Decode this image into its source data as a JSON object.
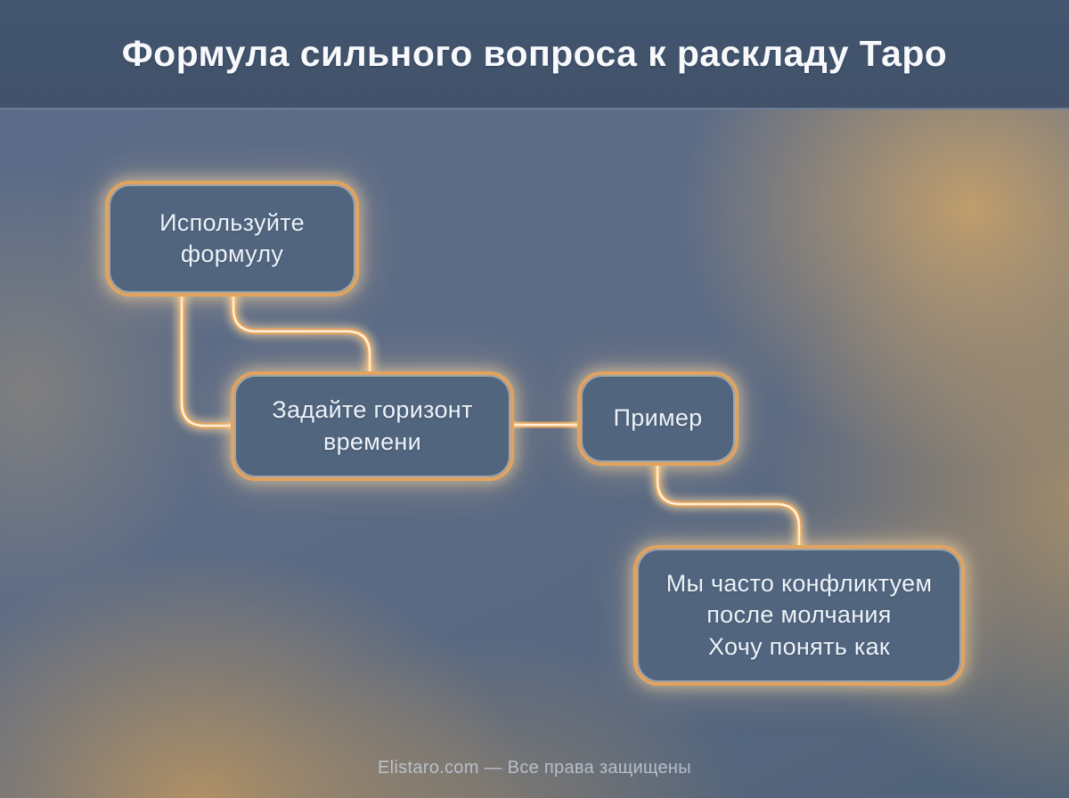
{
  "header": {
    "title": "Формула сильного вопроса к раскладу Таро"
  },
  "diagram": {
    "nodes": [
      {
        "id": "use-formula",
        "label": "Используйте\nформулу"
      },
      {
        "id": "time-horizon",
        "label": "Задайте горизонт\nвремени"
      },
      {
        "id": "example",
        "label": "Пример"
      },
      {
        "id": "example-text",
        "label": "Мы часто конфликтуем\nпосле молчания\nХочу понять как"
      }
    ],
    "connections": [
      {
        "from": "use-formula",
        "to": "time-horizon"
      },
      {
        "from": "use-formula",
        "to": "time-horizon"
      },
      {
        "from": "time-horizon",
        "to": "example"
      },
      {
        "from": "example",
        "to": "example-text"
      }
    ]
  },
  "footer": {
    "text": "Elistaro.com — Все права защищены"
  },
  "theme": {
    "header_bg": "#43566f",
    "node_fill": "#51657f",
    "node_border": "#e2a35f",
    "connector_core": "#fff3dd",
    "glow": "#ffdca4",
    "page_text": "#edf2f8",
    "footer_text": "#c3ccd9"
  }
}
